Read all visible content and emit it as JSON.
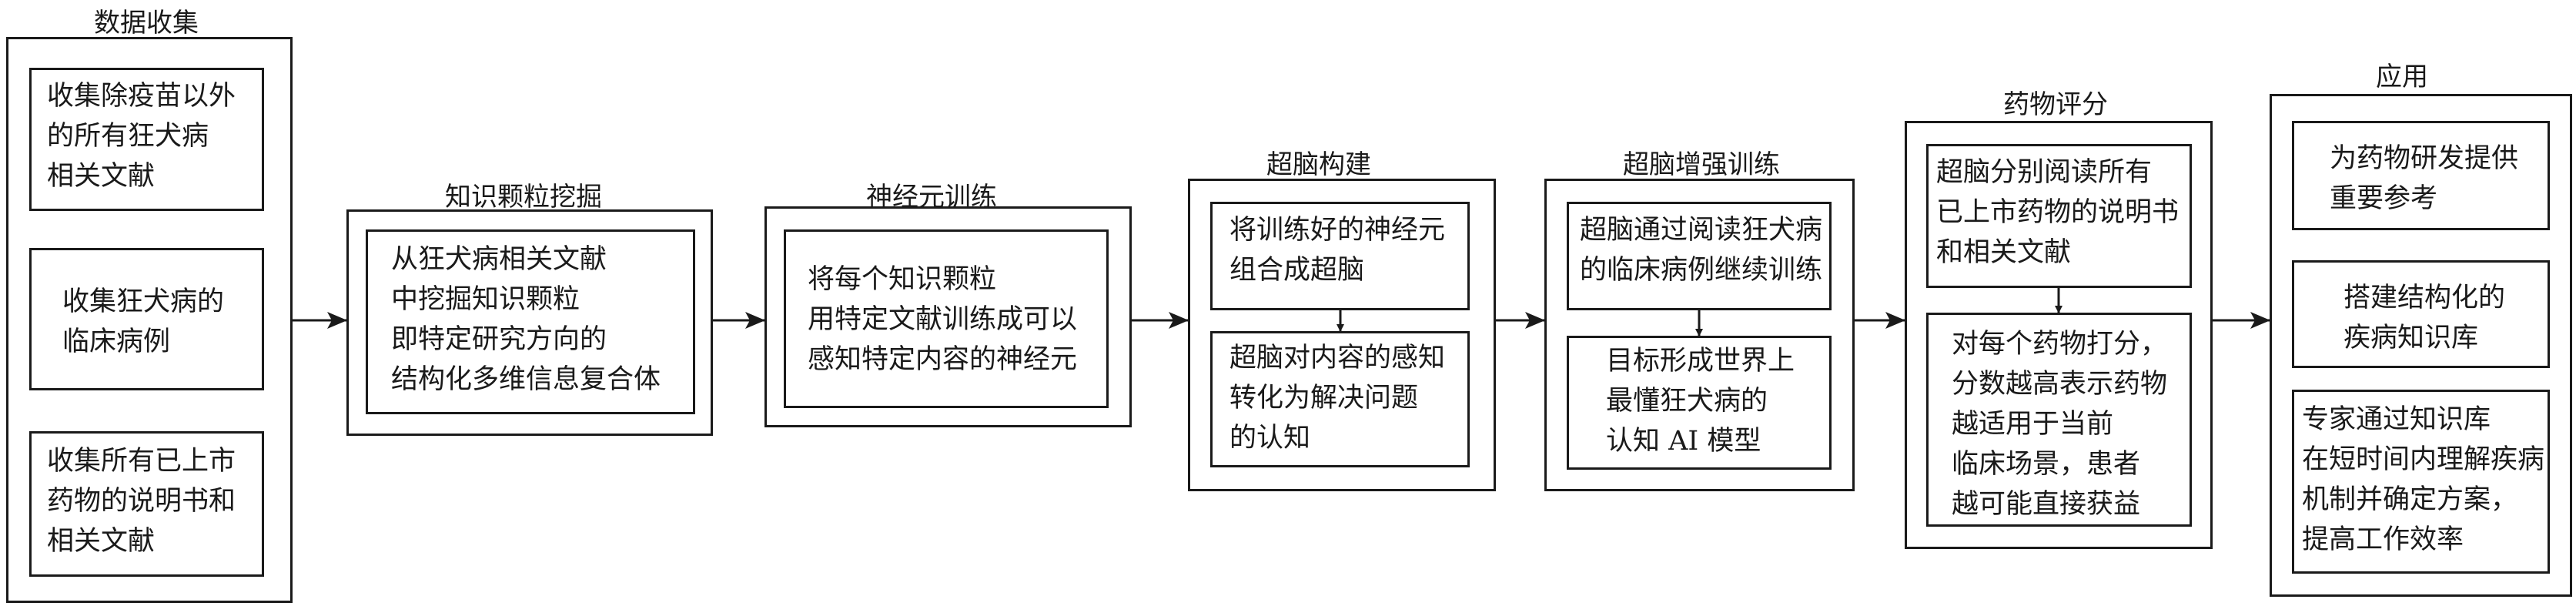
{
  "stages": [
    {
      "id": "collect",
      "title": "数据收集",
      "boxes": [
        {
          "lines": [
            "收集除疫苗以外",
            "的所有狂犬病",
            "相关文献"
          ]
        },
        {
          "lines": [
            "收集狂犬病的",
            "临床病例"
          ]
        },
        {
          "lines": [
            "收集所有已上市",
            "药物的说明书和",
            "相关文献"
          ]
        }
      ]
    },
    {
      "id": "mining",
      "title": "知识颗粒挖掘",
      "boxes": [
        {
          "lines": [
            "从狂犬病相关文献",
            "中挖掘知识颗粒",
            "即特定研究方向的",
            "结构化多维信息复合体"
          ]
        }
      ]
    },
    {
      "id": "neuron",
      "title": "神经元训练",
      "boxes": [
        {
          "lines": [
            "将每个知识颗粒",
            "用特定文献训练成可以",
            "感知特定内容的神经元"
          ]
        }
      ]
    },
    {
      "id": "superbrain",
      "title": "超脑构建",
      "boxes": [
        {
          "lines": [
            "将训练好的神经元",
            "组合成超脑"
          ]
        },
        {
          "lines": [
            "超脑对内容的感知",
            "转化为解决问题",
            "的认知"
          ]
        }
      ]
    },
    {
      "id": "enhance",
      "title": "超脑增强训练",
      "boxes": [
        {
          "lines": [
            "超脑通过阅读狂犬病",
            "的临床病例继续训练"
          ]
        },
        {
          "lines": [
            "目标形成世界上",
            "最懂狂犬病的",
            "认知 AI 模型"
          ]
        }
      ]
    },
    {
      "id": "scoring",
      "title": "药物评分",
      "boxes": [
        {
          "lines": [
            "超脑分别阅读所有",
            "已上市药物的说明书",
            "和相关文献"
          ]
        },
        {
          "lines": [
            "对每个药物打分，",
            "分数越高表示药物",
            "越适用于当前",
            "临床场景，患者",
            "越可能直接获益"
          ]
        }
      ]
    },
    {
      "id": "application",
      "title": "应用",
      "boxes": [
        {
          "lines": [
            "为药物研发提供",
            "重要参考"
          ]
        },
        {
          "lines": [
            "搭建结构化的",
            "疾病知识库"
          ]
        },
        {
          "lines": [
            "专家通过知识库",
            "在短时间内理解疾病",
            "机制并确定方案，",
            "提高工作效率"
          ]
        }
      ]
    }
  ]
}
